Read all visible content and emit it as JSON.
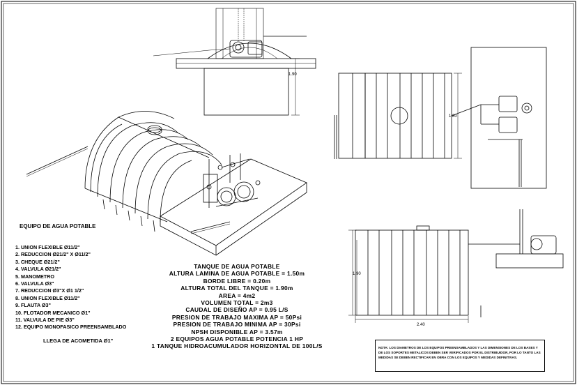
{
  "legend": {
    "title": "EQUIPO DE AGUA POTABLE",
    "items": [
      "1. UNION FLEXIBLE Ø11/2\"",
      "2. REDUCCION Ø21/2\" X Ø11/2\"",
      "3. CHEQUE Ø21/2\"",
      "4. VALVULA Ø21/2\"",
      "5. MANOMETRO",
      "6. VALVULA Ø3\"",
      "7. REDUCCION Ø3\"X Ø1 1/2\"",
      "8. UNION FLEXIBLE Ø11/2\"",
      "9. FLAUTA Ø3\"",
      "10. FLOTADOR MECANICO Ø1\"",
      "11. VALVULA DE PIE Ø3\"",
      "12. EQUIPO MONOFASICO PREENSAMBLADO"
    ],
    "acometida": "LLEGA DE ACOMETIDA Ø1\""
  },
  "specs": [
    "TANQUE DE AGUA POTABLE",
    "ALTURA LAMINA DE AGUA POTABLE = 1.50m",
    "BORDE LIBRE = 0.20m",
    "ALTURA TOTAL DEL TANQUE = 1.90m",
    "AREA = 4m2",
    "VOLUMEN TOTAL = 2m3",
    "CAUDAL DE DISEÑO AP = 0.95 L/S",
    "PRESION DE TRABAJO MAXIMA AP = 50Psi",
    "PRESION DE TRABAJO MINIMA AP = 30Psi",
    "NPSH DISPONIBLE AP = 3.57m",
    "2 EQUIPOS AGUA POTABLE POTENCIA 1 HP",
    "1 TANQUE HIDROACUMULADOR HORIZONTAL DE 100L/S"
  ],
  "dimensions": {
    "top_view_height": "1.90",
    "plan_width": "1.80",
    "elevation_height": "1.90",
    "elevation_length": "2.40"
  },
  "note": "NOTA: LOS DIAMETROS DE LOS EQUIPOS PREENSAMBLADOS Y LAS DIMENSIONES DE LOS BASES Y DE LOS SOPORTES METALICOS DEBEN SER VERIFICADOS POR EL DISTRIBUIDOR, POR LO TANTO LAS MEDIDAS SE DEBEN RECTIFICAR EN OBRA CON LOS EQUIPOS Y MEDIDAS DEFINITIVAS."
}
